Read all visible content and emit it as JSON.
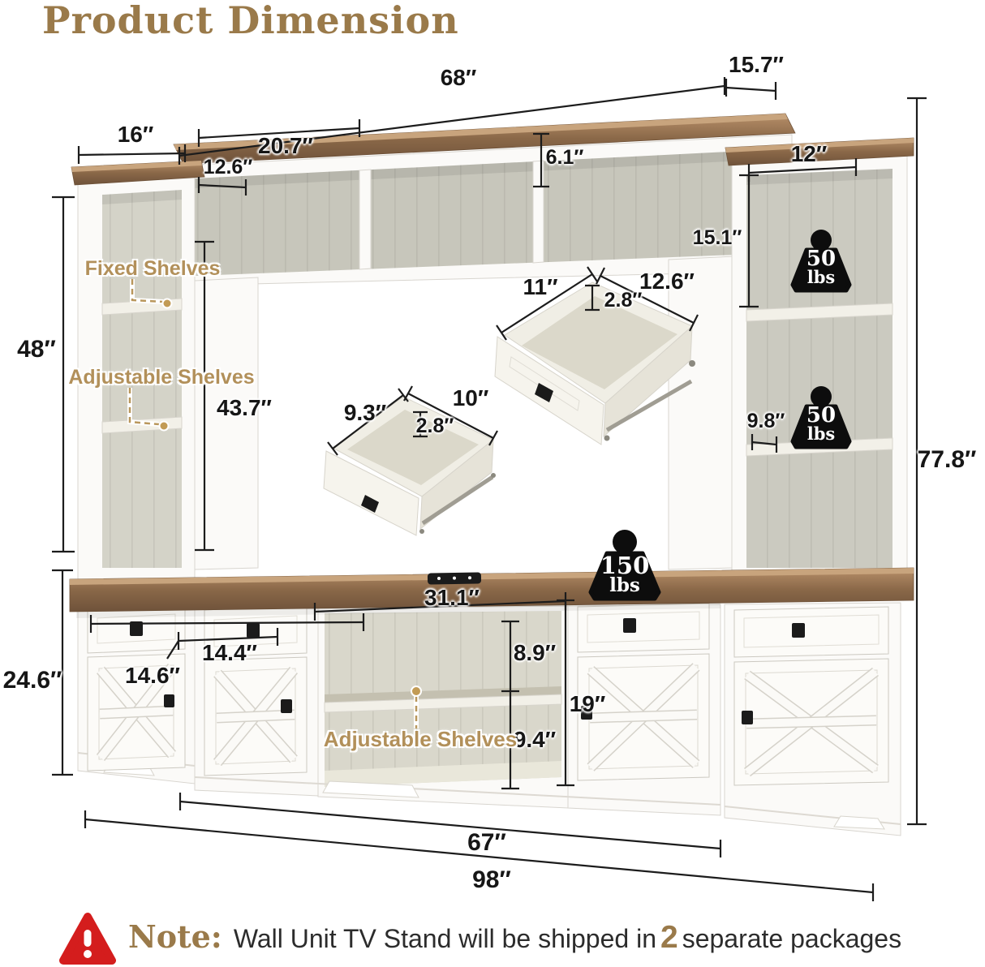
{
  "title": "Product Dimension",
  "colors": {
    "accent_brown": "#9a7a4a",
    "annotation_tan": "#b2905a",
    "wood": "#8a6848",
    "warning_red": "#d41d1d",
    "dimension_text": "#161616"
  },
  "dims": {
    "hutch_width": "68″",
    "top_depth": "15.7″",
    "left_tower_width": "16″",
    "right_tower_width": "12″",
    "cubby_width": "20.7″",
    "cubby_depth": "12.6″",
    "cubby_height": "6.1″",
    "left_tower_open_height": "48″",
    "tv_opening_height": "43.7″",
    "right_top_opening_height": "15.1″",
    "drawer_large_side": "11″",
    "drawer_large_width": "12.6″",
    "drawer_large_height": "2.8″",
    "drawer_small_side": "9.3″",
    "drawer_small_width": "10″",
    "drawer_small_height": "2.8″",
    "right_shelf_depth": "9.8″",
    "total_height": "77.8″",
    "center_opening_width": "31.1″",
    "left_door_width": "14.4″",
    "far_left_door_width": "14.6″",
    "upper_shelf_height": "8.9″",
    "lower_shelf_height": "9.4″",
    "right_door_height": "19″",
    "console_height": "24.6″",
    "console_width": "67″",
    "total_width": "98″"
  },
  "annotations": {
    "fixed_shelves": "Fixed Shelves",
    "adjustable_shelves_tower": "Adjustable Shelves",
    "adjustable_shelves_console": "Adjustable Shelves"
  },
  "weights": {
    "tower_upper": {
      "value": "50",
      "unit": "lbs"
    },
    "tower_lower": {
      "value": "50",
      "unit": "lbs"
    },
    "console": {
      "value": "150",
      "unit": "lbs"
    }
  },
  "note": {
    "label": "Note:",
    "before": "Wall Unit TV Stand will be shipped in",
    "highlight": "2",
    "after": "separate packages"
  }
}
